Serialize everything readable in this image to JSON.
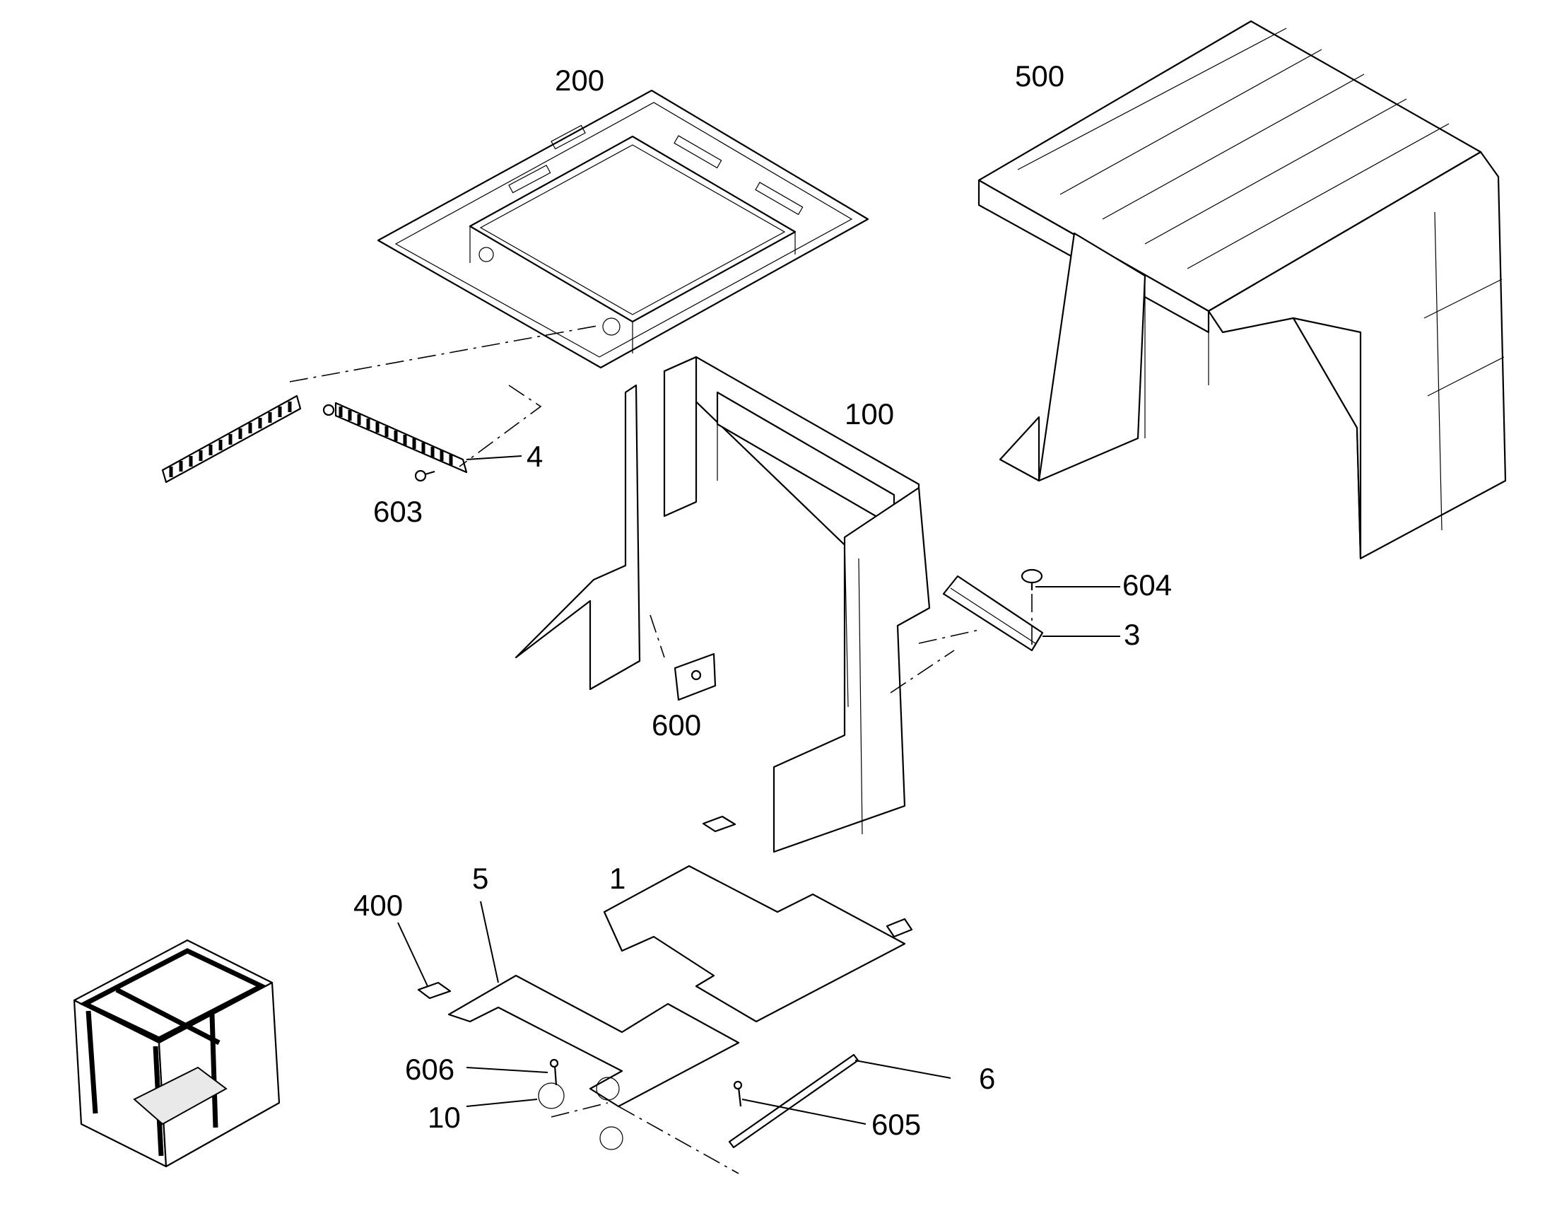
{
  "labels": {
    "l200": "200",
    "l500": "500",
    "l100": "100",
    "l4": "4",
    "l603": "603",
    "l604": "604",
    "l3": "3",
    "l600": "600",
    "l5": "5",
    "l1": "1",
    "l400": "400",
    "l606": "606",
    "l10": "10",
    "l6": "6",
    "l605": "605"
  }
}
